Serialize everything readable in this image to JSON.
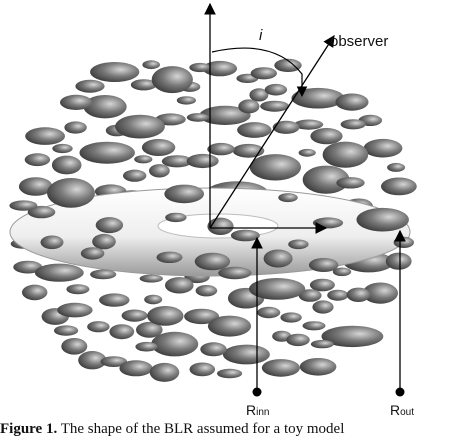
{
  "figure": {
    "labels": {
      "observer": "observer",
      "inclination": "i",
      "r_inner_base": "R",
      "r_inner_sub": "inn",
      "r_outer_base": "R",
      "r_outer_sub": "out"
    },
    "caption": {
      "prefix": "Figure 1.",
      "text": " The shape of the BLR assumed for a toy model"
    },
    "colors": {
      "cloud_dark": "#3a3a3a",
      "cloud_light": "#cfcfcf",
      "disk_light": "#f4f4f4",
      "disk_shade": "#9a9a9a",
      "line": "#000000"
    }
  }
}
